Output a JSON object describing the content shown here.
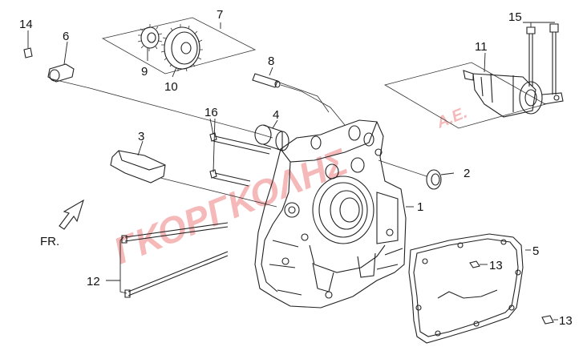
{
  "diagram": {
    "callouts": {
      "c1": "1",
      "c2": "2",
      "c3": "3",
      "c4": "4",
      "c5": "5",
      "c6": "6",
      "c7": "7",
      "c8": "8",
      "c9": "9",
      "c10": "10",
      "c11": "11",
      "c12": "12",
      "c13a": "13",
      "c13b": "13",
      "c14": "14",
      "c15": "15",
      "c16": "16"
    },
    "direction_label": "FR.",
    "watermark": "ΓΚΟΡΓΚΟΛΗΣ",
    "watermark_suffix": "A.E.",
    "colors": {
      "line": "#222222",
      "watermark": "#f08080",
      "background": "#ffffff"
    }
  }
}
